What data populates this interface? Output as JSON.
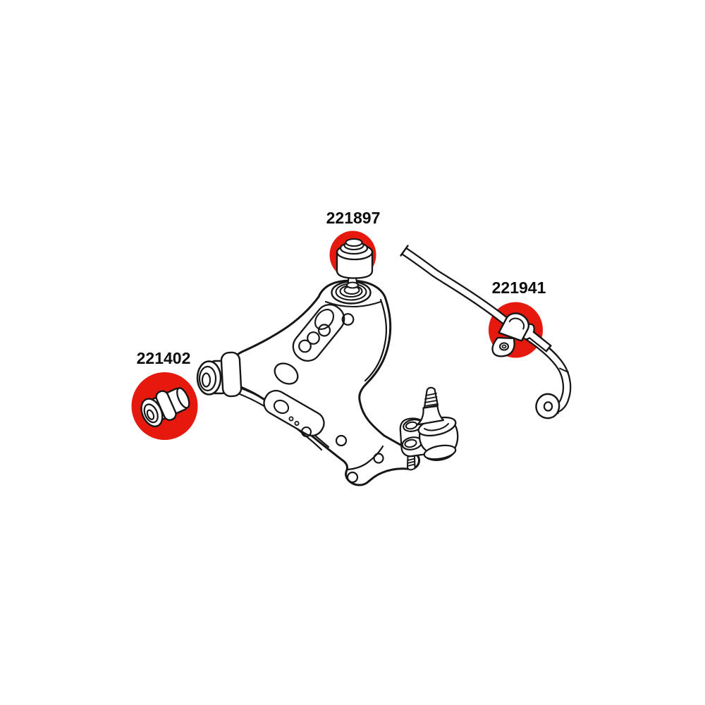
{
  "diagram": {
    "background_color": "#ffffff",
    "highlight_color": "#e6190f",
    "line_color": "#161616",
    "label_color": "#0d0d0d",
    "parts": [
      {
        "label": "221897",
        "component": "control-arm-rear-bushing"
      },
      {
        "label": "221941",
        "component": "sway-bar-bushing"
      },
      {
        "label": "221402",
        "component": "control-arm-front-bushing"
      }
    ]
  }
}
